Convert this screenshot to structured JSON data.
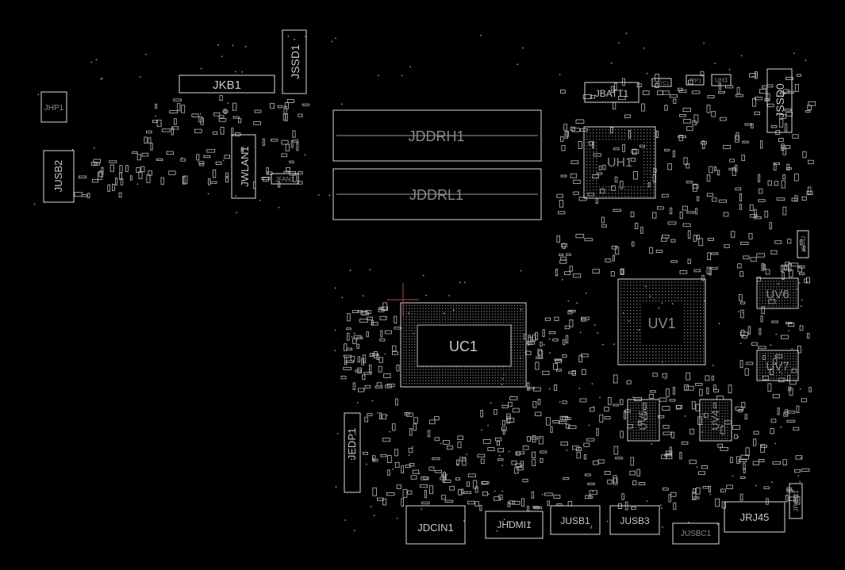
{
  "board": {
    "background": "#000000",
    "outline_color": "#d8d8d8",
    "net_dot_color": "#4fb7bf",
    "cursor_color": "#c04545",
    "refdes": {
      "jkb1": "JKB1",
      "jssd1": "JSSD1",
      "jhp1": "JHP1",
      "jusb2": "JUSB2",
      "jwlan1": "JWLAN1",
      "jfan1": "JFAN1",
      "jddrh1": "JDDRH1",
      "jddrl1": "JDDRL1",
      "jbatt1": "JBATT1",
      "jrtc1": "JRTC1",
      "jtp1": "JTP1",
      "uh3": "UH3",
      "jssd0": "JSSD0",
      "uh1": "UH1",
      "jfan2": "JFAN2",
      "uv6": "UV6",
      "uv1": "UV1",
      "uc1": "UC1",
      "uv7": "UV7",
      "uv5": "UV5",
      "uv4": "UV4",
      "jedp1": "JEDP1",
      "jpwr1": "JPWR1",
      "jdcin1": "JDCIN1",
      "jhdmi1": "JHDMI1",
      "jusb1": "JUSB1",
      "jusb3": "JUSB3",
      "jusbc1": "JUSBC1",
      "jrj45": "JRJ45"
    }
  }
}
